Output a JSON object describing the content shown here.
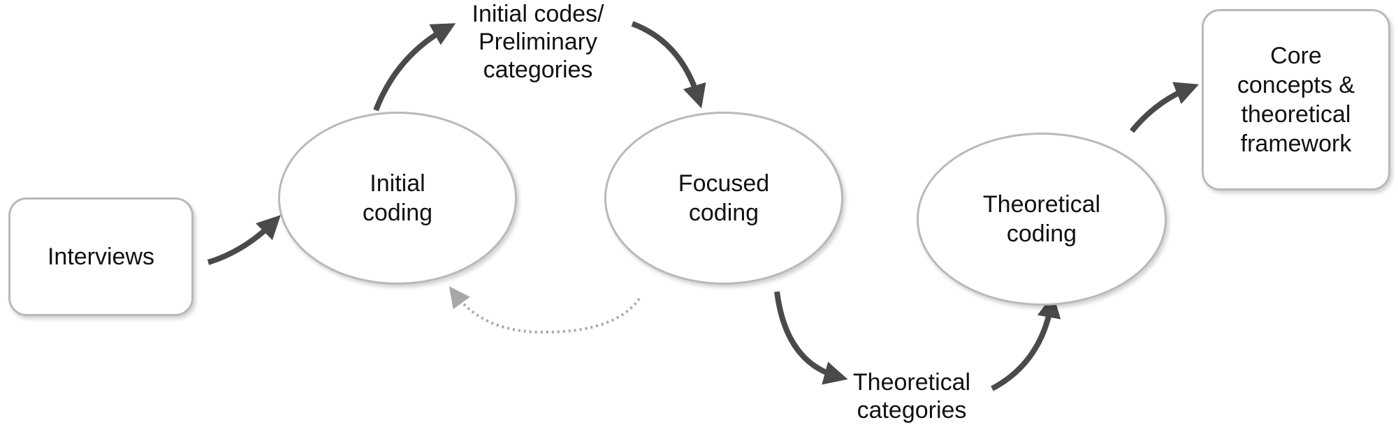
{
  "diagram": {
    "nodes": {
      "interviews": {
        "label": "Interviews"
      },
      "initial_coding": {
        "label": "Initial\ncoding"
      },
      "focused_coding": {
        "label": "Focused\ncoding"
      },
      "theoretical_coding": {
        "label": "Theoretical\ncoding"
      },
      "core_concepts": {
        "label": "Core\nconcepts &\ntheoretical\nframework"
      }
    },
    "labels": {
      "initial_codes": "Initial codes/\nPreliminary\ncategories",
      "theoretical_categories": "Theoretical\ncategories"
    },
    "colors": {
      "arrow": "#4a4a4a",
      "dotted_arrow": "#a8a8a8",
      "border": "#b9b9b9"
    }
  }
}
